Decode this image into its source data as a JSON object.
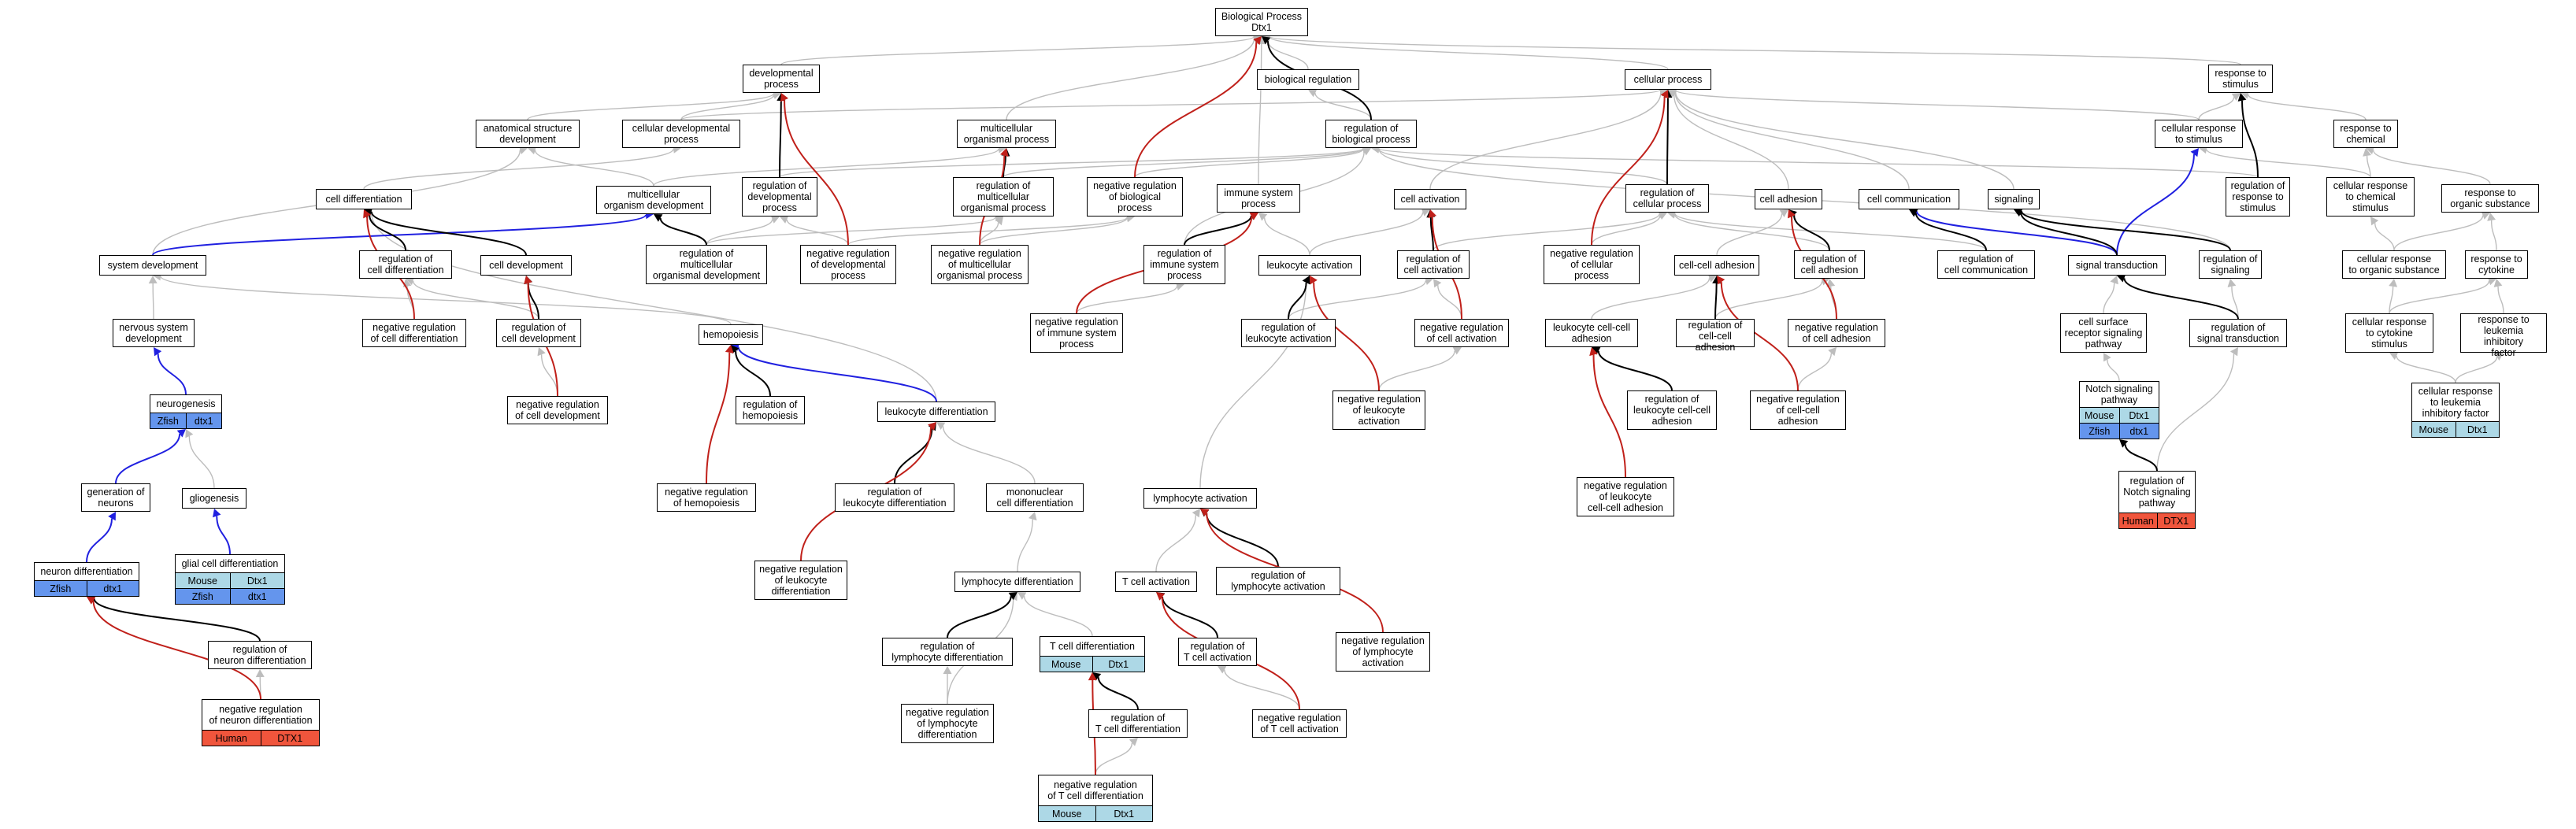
{
  "colors": {
    "is_a": "#bdbdbd",
    "part_of": "#000000",
    "regulates": "#2020e0",
    "negatively_regulates": "#c0201a",
    "Mouse": "#add8e6",
    "Zfish": "#6495ed",
    "Human": "#f0553c"
  },
  "nodes": {
    "bp": {
      "label": "Biological Process\nDtx1"
    },
    "biolreg": {
      "label": "biological regulation"
    },
    "devproc": {
      "label": "developmental\nprocess"
    },
    "cellproc": {
      "label": "cellular process"
    },
    "resp": {
      "label": "response to\nstimulus"
    },
    "anat": {
      "label": "anatomical structure\ndevelopment"
    },
    "celldevproc": {
      "label": "cellular developmental\nprocess"
    },
    "multi": {
      "label": "multicellular\norganismal process"
    },
    "regbio": {
      "label": "regulation of\nbiological process"
    },
    "cellresp": {
      "label": "cellular response\nto stimulus"
    },
    "respchem": {
      "label": "response to\nchemical"
    },
    "celldiff": {
      "label": "cell differentiation"
    },
    "multidev": {
      "label": "multicellular\norganism development"
    },
    "regdev": {
      "label": "regulation of\ndevelopmental\nprocess"
    },
    "regmulti": {
      "label": "regulation of\nmulticellular\norganismal process"
    },
    "negregbio": {
      "label": "negative regulation\nof biological\nprocess"
    },
    "immune": {
      "label": "immune system\nprocess"
    },
    "cellact": {
      "label": "cell activation"
    },
    "regcell": {
      "label": "regulation of\ncellular process"
    },
    "celladh": {
      "label": "cell adhesion"
    },
    "cellcomm": {
      "label": "cell communication"
    },
    "signaling": {
      "label": "signaling"
    },
    "regresp": {
      "label": "regulation of\nresponse to\nstimulus"
    },
    "cellrespchem": {
      "label": "cellular response\nto chemical\nstimulus"
    },
    "resporg": {
      "label": "response to\norganic substance"
    },
    "sysdev": {
      "label": "system development"
    },
    "regcelldiff": {
      "label": "regulation of\ncell differentiation"
    },
    "celldev": {
      "label": "cell development"
    },
    "regmultidev": {
      "label": "regulation of\nmulticellular\norganismal development"
    },
    "negregdev": {
      "label": "negative regulation\nof developmental\nprocess"
    },
    "negregmulti": {
      "label": "negative regulation\nof multicellular\norganismal process"
    },
    "regimmune": {
      "label": "regulation of\nimmune system\nprocess"
    },
    "leukact": {
      "label": "leukocyte activation"
    },
    "regcellact": {
      "label": "regulation of\ncell activation"
    },
    "negregcell": {
      "label": "negative regulation\nof cellular\nprocess"
    },
    "ccadh": {
      "label": "cell-cell adhesion"
    },
    "regcelladh": {
      "label": "regulation of\ncell adhesion"
    },
    "regcellcomm": {
      "label": "regulation of\ncell communication"
    },
    "sigtrans": {
      "label": "signal transduction"
    },
    "regsig": {
      "label": "regulation of\nsignaling"
    },
    "cellrespchem2": {
      "label": "cellular response\nto organic substance"
    },
    "respcyt": {
      "label": "response to\ncytokine"
    },
    "nervdev": {
      "label": "nervous system\ndevelopment"
    },
    "negregcelldiff": {
      "label": "negative regulation\nof cell differentiation"
    },
    "regcelldev": {
      "label": "regulation of\ncell development"
    },
    "hemopoiesis": {
      "label": "hemopoiesis"
    },
    "negregimmune": {
      "label": "negative regulation\nof immune system\nprocess"
    },
    "regleukact": {
      "label": "regulation of\nleukocyte activation"
    },
    "negregcellact": {
      "label": "negative regulation\nof cell activation"
    },
    "leukccadh": {
      "label": "leukocyte cell-cell\nadhesion"
    },
    "regccadh": {
      "label": "regulation of\ncell-cell adhesion"
    },
    "negregcelladh": {
      "label": "negative regulation\nof cell adhesion"
    },
    "cellsurf": {
      "label": "cell surface\nreceptor signaling\npathway"
    },
    "regsigtrans": {
      "label": "regulation of\nsignal transduction"
    },
    "cellrespcyt": {
      "label": "cellular response\nto cytokine\nstimulus"
    },
    "respleuk": {
      "label": "response to\nleukemia inhibitory\nfactor"
    },
    "neurogenesis": {
      "label": "neurogenesis",
      "ann": [
        [
          "Zfish",
          "dtx1"
        ]
      ]
    },
    "negregcelldev": {
      "label": "negative regulation\nof cell development"
    },
    "reghemo": {
      "label": "regulation of\nhemopoiesis"
    },
    "leukdiff": {
      "label": "leukocyte differentiation"
    },
    "negregleukact": {
      "label": "negative regulation\nof leukocyte\nactivation"
    },
    "regleukccadh": {
      "label": "regulation of\nleukocyte cell-cell\nadhesion"
    },
    "negregccadh": {
      "label": "negative regulation\nof cell-cell\nadhesion"
    },
    "notch": {
      "label": "Notch signaling\npathway",
      "ann": [
        [
          "Mouse",
          "Dtx1"
        ],
        [
          "Zfish",
          "dtx1"
        ]
      ]
    },
    "cellrespleuk": {
      "label": "cellular response\nto leukemia\ninhibitory factor",
      "ann": [
        [
          "Mouse",
          "Dtx1"
        ]
      ]
    },
    "genneur": {
      "label": "generation of\nneurons"
    },
    "gliogenesis": {
      "label": "gliogenesis"
    },
    "negreghemo": {
      "label": "negative regulation\nof hemopoiesis"
    },
    "regleukdiff": {
      "label": "regulation of\nleukocyte differentiation"
    },
    "mono": {
      "label": "mononuclear\ncell differentiation"
    },
    "lymphact": {
      "label": "lymphocyte activation"
    },
    "negregleukccadh": {
      "label": "negative regulation\nof leukocyte\ncell-cell adhesion"
    },
    "regnotch": {
      "label": "regulation of\nNotch signaling\npathway",
      "ann": [
        [
          "Human",
          "DTX1"
        ]
      ]
    },
    "neurdiff": {
      "label": "neuron differentiation",
      "ann": [
        [
          "Zfish",
          "dtx1"
        ]
      ]
    },
    "glialdiff": {
      "label": "glial cell differentiation",
      "ann": [
        [
          "Mouse",
          "Dtx1"
        ],
        [
          "Zfish",
          "dtx1"
        ]
      ]
    },
    "negregleukdiff": {
      "label": "negative regulation\nof leukocyte\ndifferentiation"
    },
    "lymphdiff": {
      "label": "lymphocyte differentiation"
    },
    "tcellact": {
      "label": "T cell activation"
    },
    "reglymphact": {
      "label": "regulation of\nlymphocyte activation"
    },
    "reglymphdiff": {
      "label": "regulation of\nlymphocyte differentiation"
    },
    "tcelldiff": {
      "label": "T cell differentiation",
      "ann": [
        [
          "Mouse",
          "Dtx1"
        ]
      ]
    },
    "regtcellact": {
      "label": "regulation of\nT cell activation"
    },
    "negreglymphact": {
      "label": "negative regulation\nof lymphocyte\nactivation"
    },
    "regneurdiff": {
      "label": "regulation of\nneuron differentiation"
    },
    "negregneurdiff": {
      "label": "negative regulation\nof neuron differentiation",
      "ann": [
        [
          "Human",
          "DTX1"
        ]
      ]
    },
    "negreglymphdiff": {
      "label": "negative regulation\nof lymphocyte\ndifferentiation"
    },
    "regtcelldiff": {
      "label": "regulation of\nT cell differentiation"
    },
    "negregtcellact": {
      "label": "negative regulation\nof T cell activation"
    },
    "negregtcelldiff": {
      "label": "negative regulation\nof T cell differentiation",
      "ann": [
        [
          "Mouse",
          "Dtx1"
        ]
      ]
    }
  },
  "edges": [
    [
      "biolreg",
      "bp",
      "is_a"
    ],
    [
      "devproc",
      "bp",
      "is_a"
    ],
    [
      "cellproc",
      "bp",
      "is_a"
    ],
    [
      "resp",
      "bp",
      "is_a"
    ],
    [
      "regbio",
      "bp",
      "part_of"
    ],
    [
      "negregbio",
      "bp",
      "negatively_regulates"
    ],
    [
      "immune",
      "bp",
      "is_a"
    ],
    [
      "multi",
      "bp",
      "is_a"
    ],
    [
      "anat",
      "devproc",
      "is_a"
    ],
    [
      "celldevproc",
      "devproc",
      "is_a"
    ],
    [
      "regdev",
      "devproc",
      "part_of"
    ],
    [
      "negregdev",
      "devproc",
      "negatively_regulates"
    ],
    [
      "celldevproc",
      "cellproc",
      "is_a"
    ],
    [
      "regcell",
      "cellproc",
      "part_of"
    ],
    [
      "negregcell",
      "cellproc",
      "negatively_regulates"
    ],
    [
      "cellact",
      "cellproc",
      "is_a"
    ],
    [
      "celladh",
      "cellproc",
      "is_a"
    ],
    [
      "cellcomm",
      "cellproc",
      "is_a"
    ],
    [
      "cellresp",
      "cellproc",
      "is_a"
    ],
    [
      "signaling",
      "cellproc",
      "is_a"
    ],
    [
      "cellresp",
      "resp",
      "is_a"
    ],
    [
      "respchem",
      "resp",
      "is_a"
    ],
    [
      "regresp",
      "resp",
      "part_of"
    ],
    [
      "regbio",
      "biolreg",
      "is_a"
    ],
    [
      "regmulti",
      "multi",
      "part_of"
    ],
    [
      "negregmulti",
      "multi",
      "negatively_regulates"
    ],
    [
      "multidev",
      "multi",
      "is_a"
    ],
    [
      "regdev",
      "regbio",
      "is_a"
    ],
    [
      "regmulti",
      "regbio",
      "is_a"
    ],
    [
      "negregbio",
      "regbio",
      "is_a"
    ],
    [
      "regcell",
      "regbio",
      "is_a"
    ],
    [
      "regresp",
      "regbio",
      "is_a"
    ],
    [
      "regimmune",
      "regbio",
      "is_a"
    ],
    [
      "regsig",
      "regbio",
      "is_a"
    ],
    [
      "sigtrans",
      "cellresp",
      "regulates"
    ],
    [
      "cellrespchem",
      "cellresp",
      "is_a"
    ],
    [
      "cellrespchem",
      "respchem",
      "is_a"
    ],
    [
      "resporg",
      "respchem",
      "is_a"
    ],
    [
      "celldiff",
      "celldevproc",
      "is_a"
    ],
    [
      "multidev",
      "anat",
      "is_a"
    ],
    [
      "sysdev",
      "anat",
      "is_a"
    ],
    [
      "regcelldiff",
      "celldiff",
      "part_of"
    ],
    [
      "negregcelldiff",
      "celldiff",
      "negatively_regulates"
    ],
    [
      "celldev",
      "celldiff",
      "part_of"
    ],
    [
      "regmultidev",
      "multidev",
      "part_of"
    ],
    [
      "sysdev",
      "multidev",
      "regulates"
    ],
    [
      "regmultidev",
      "regdev",
      "is_a"
    ],
    [
      "regmultidev",
      "regmulti",
      "is_a"
    ],
    [
      "negregdev",
      "regdev",
      "is_a"
    ],
    [
      "negregdev",
      "negregbio",
      "is_a"
    ],
    [
      "negregmulti",
      "regmulti",
      "is_a"
    ],
    [
      "negregmulti",
      "negregbio",
      "is_a"
    ],
    [
      "regimmune",
      "immune",
      "part_of"
    ],
    [
      "negregimmune",
      "immune",
      "negatively_regulates"
    ],
    [
      "leukact",
      "immune",
      "is_a"
    ],
    [
      "leukact",
      "cellact",
      "is_a"
    ],
    [
      "regcellact",
      "cellact",
      "part_of"
    ],
    [
      "negregcellact",
      "cellact",
      "negatively_regulates"
    ],
    [
      "negregcell",
      "regcell",
      "is_a"
    ],
    [
      "regcellact",
      "regcell",
      "is_a"
    ],
    [
      "regcelladh",
      "regcell",
      "is_a"
    ],
    [
      "regcellcomm",
      "regcell",
      "is_a"
    ],
    [
      "ccadh",
      "celladh",
      "is_a"
    ],
    [
      "regcelladh",
      "celladh",
      "part_of"
    ],
    [
      "negregcelladh",
      "celladh",
      "negatively_regulates"
    ],
    [
      "regcellcomm",
      "cellcomm",
      "part_of"
    ],
    [
      "sigtrans",
      "cellcomm",
      "regulates"
    ],
    [
      "sigtrans",
      "signaling",
      "part_of"
    ],
    [
      "regsig",
      "signaling",
      "part_of"
    ],
    [
      "regsigtrans",
      "sigtrans",
      "part_of"
    ],
    [
      "cellsurf",
      "sigtrans",
      "is_a"
    ],
    [
      "regsigtrans",
      "regsig",
      "is_a"
    ],
    [
      "cellrespchem2",
      "cellrespchem",
      "is_a"
    ],
    [
      "cellrespchem2",
      "resporg",
      "is_a"
    ],
    [
      "respcyt",
      "resporg",
      "is_a"
    ],
    [
      "cellrespcyt",
      "cellrespchem2",
      "is_a"
    ],
    [
      "cellrespcyt",
      "respcyt",
      "is_a"
    ],
    [
      "respleuk",
      "respcyt",
      "is_a"
    ],
    [
      "cellrespleuk",
      "cellrespcyt",
      "is_a"
    ],
    [
      "cellrespleuk",
      "respleuk",
      "is_a"
    ],
    [
      "nervdev",
      "sysdev",
      "is_a"
    ],
    [
      "neurogenesis",
      "nervdev",
      "regulates"
    ],
    [
      "regcelldev",
      "celldev",
      "part_of"
    ],
    [
      "negregcelldev",
      "celldev",
      "negatively_regulates"
    ],
    [
      "regcelldev",
      "regcelldiff",
      "is_a"
    ],
    [
      "negregcelldev",
      "regcelldev",
      "is_a"
    ],
    [
      "negregcelldiff",
      "regcelldiff",
      "is_a"
    ],
    [
      "hemopoiesis",
      "sysdev",
      "is_a"
    ],
    [
      "reghemo",
      "hemopoiesis",
      "part_of"
    ],
    [
      "negreghemo",
      "hemopoiesis",
      "negatively_regulates"
    ],
    [
      "leukdiff",
      "hemopoiesis",
      "regulates"
    ],
    [
      "leukdiff",
      "celldiff",
      "is_a"
    ],
    [
      "negregimmune",
      "regimmune",
      "is_a"
    ],
    [
      "regleukact",
      "leukact",
      "part_of"
    ],
    [
      "negregleukact",
      "leukact",
      "negatively_regulates"
    ],
    [
      "regleukact",
      "regcellact",
      "is_a"
    ],
    [
      "negregleukact",
      "negregcellact",
      "is_a"
    ],
    [
      "negregcellact",
      "regcellact",
      "is_a"
    ],
    [
      "leukccadh",
      "ccadh",
      "is_a"
    ],
    [
      "regccadh",
      "ccadh",
      "part_of"
    ],
    [
      "negregccadh",
      "ccadh",
      "negatively_regulates"
    ],
    [
      "regccadh",
      "regcelladh",
      "is_a"
    ],
    [
      "negregccadh",
      "negregcelladh",
      "is_a"
    ],
    [
      "negregcelladh",
      "regcelladh",
      "is_a"
    ],
    [
      "regleukccadh",
      "leukccadh",
      "part_of"
    ],
    [
      "negregleukccadh",
      "leukccadh",
      "negatively_regulates"
    ],
    [
      "notch",
      "cellsurf",
      "is_a"
    ],
    [
      "regnotch",
      "notch",
      "part_of"
    ],
    [
      "regnotch",
      "regsigtrans",
      "is_a"
    ],
    [
      "genneur",
      "neurogenesis",
      "regulates"
    ],
    [
      "neurdiff",
      "genneur",
      "regulates"
    ],
    [
      "gliogenesis",
      "neurogenesis",
      "is_a"
    ],
    [
      "glialdiff",
      "gliogenesis",
      "regulates"
    ],
    [
      "regleukdiff",
      "leukdiff",
      "part_of"
    ],
    [
      "negregleukdiff",
      "leukdiff",
      "negatively_regulates"
    ],
    [
      "mono",
      "leukdiff",
      "is_a"
    ],
    [
      "lymphdiff",
      "mono",
      "is_a"
    ],
    [
      "lymphact",
      "leukact",
      "is_a"
    ],
    [
      "reglymphact",
      "lymphact",
      "part_of"
    ],
    [
      "negreglymphact",
      "lymphact",
      "negatively_regulates"
    ],
    [
      "reglymphdiff",
      "lymphdiff",
      "part_of"
    ],
    [
      "negreglymphdiff",
      "lymphdiff",
      "is_a"
    ],
    [
      "tcellact",
      "lymphact",
      "is_a"
    ],
    [
      "regtcellact",
      "tcellact",
      "part_of"
    ],
    [
      "negregtcellact",
      "tcellact",
      "negatively_regulates"
    ],
    [
      "tcelldiff",
      "lymphdiff",
      "is_a"
    ],
    [
      "regtcelldiff",
      "tcelldiff",
      "part_of"
    ],
    [
      "negregtcelldiff",
      "tcelldiff",
      "negatively_regulates"
    ],
    [
      "regneurdiff",
      "neurdiff",
      "part_of"
    ],
    [
      "negregneurdiff",
      "neurdiff",
      "negatively_regulates"
    ],
    [
      "negregneurdiff",
      "regneurdiff",
      "is_a"
    ],
    [
      "negreglymphdiff",
      "reglymphdiff",
      "is_a"
    ],
    [
      "negregtcelldiff",
      "regtcelldiff",
      "is_a"
    ],
    [
      "negregtcellact",
      "regtcellact",
      "is_a"
    ]
  ]
}
